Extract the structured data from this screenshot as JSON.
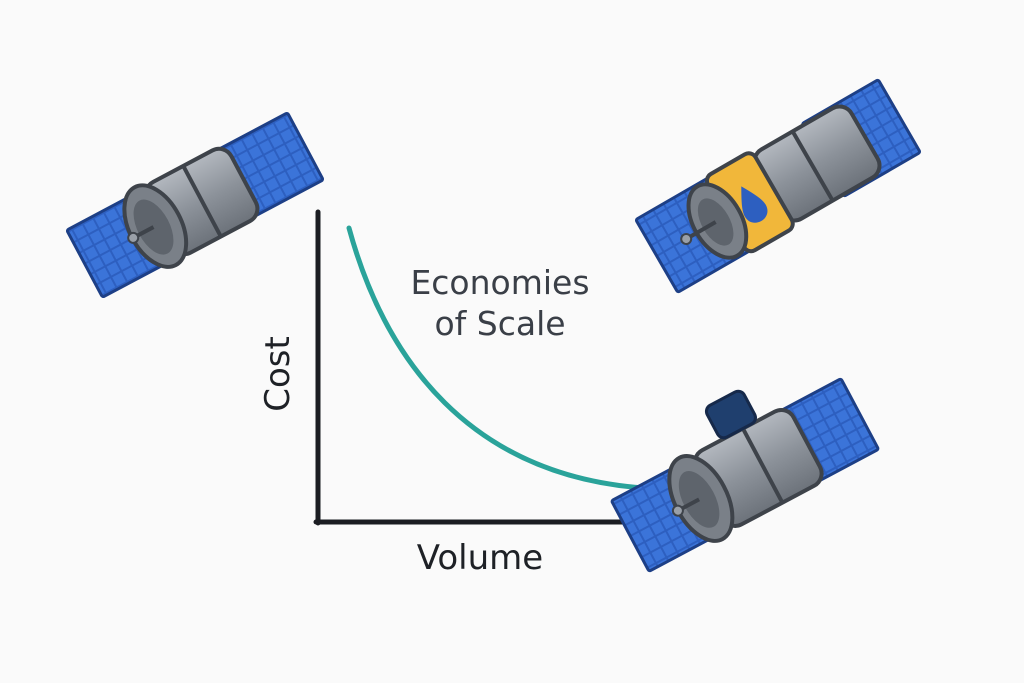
{
  "diagram": {
    "annotation_line1": "Economies",
    "annotation_line2": "of Scale",
    "xlabel": "Volume",
    "ylabel": "Cost"
  },
  "colors": {
    "curve": "#2aa39a",
    "axis": "#1b1d22",
    "solar_panel": "#2d5fc0",
    "satellite_body": "#8e949c",
    "fuel_tank": "#f1b73a",
    "sensor_box": "#1f3f6e"
  },
  "icons": [
    "satellite-icon",
    "satellite-fuel-icon",
    "satellite-sensor-icon"
  ]
}
